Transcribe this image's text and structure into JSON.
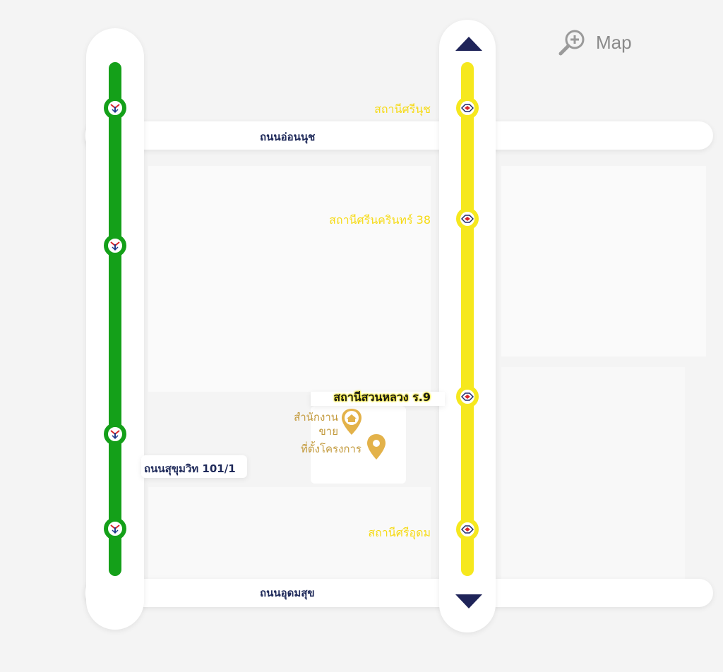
{
  "zoom": {
    "label": "Map",
    "icon": "zoom-in-icon"
  },
  "roads": {
    "north": "ถนนอ่อนนุช",
    "south": "ถนนอุดมสุข",
    "west": "ถนนสุขุมวิท 101/1"
  },
  "lines": {
    "green": {
      "color": "#14a019",
      "station_icon": "bts-logo-icon"
    },
    "yellow": {
      "color": "#f6e81e",
      "station_icon": "mrt-logo-icon",
      "stations": [
        {
          "label": "สถานีศรีนุช"
        },
        {
          "label": "สถานีศรีนครินทร์ 38"
        },
        {
          "label": "สถานีสวนหลวง ร.9"
        },
        {
          "label": "สถานีศรีอุดม"
        }
      ]
    }
  },
  "pois": {
    "sales_office": "สำนักงาน\nขาย",
    "project": "ที่ตั้งโครงการ"
  },
  "nav": {
    "up_icon": "arrow-up-icon",
    "down_icon": "arrow-down-icon"
  }
}
